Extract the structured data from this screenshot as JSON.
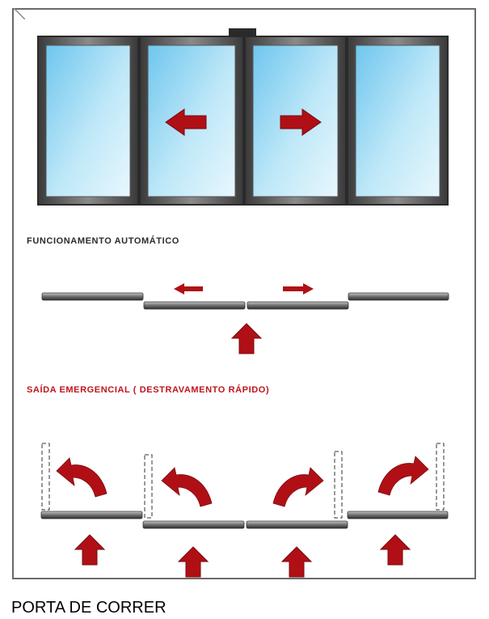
{
  "headings": {
    "automatic": "FUNCIONAMENTO AUTOMÁTICO",
    "emergency": "SAÍDA EMERGENCIAL ( DESTRAVAMENTO RÁPIDO)"
  },
  "caption": "PORTA DE CORRER",
  "colors": {
    "heading_auto": "#2b2b2b",
    "heading_emergency": "#c0141b",
    "arrow": "#b01015",
    "frame": "#4a4a4a",
    "glass": "#a9dcf2",
    "panel_bar": "#6e6e6e"
  },
  "icons": [
    "arrow-left-icon",
    "arrow-right-icon",
    "arrow-up-icon",
    "curved-arrow-left-icon",
    "curved-arrow-right-icon"
  ]
}
